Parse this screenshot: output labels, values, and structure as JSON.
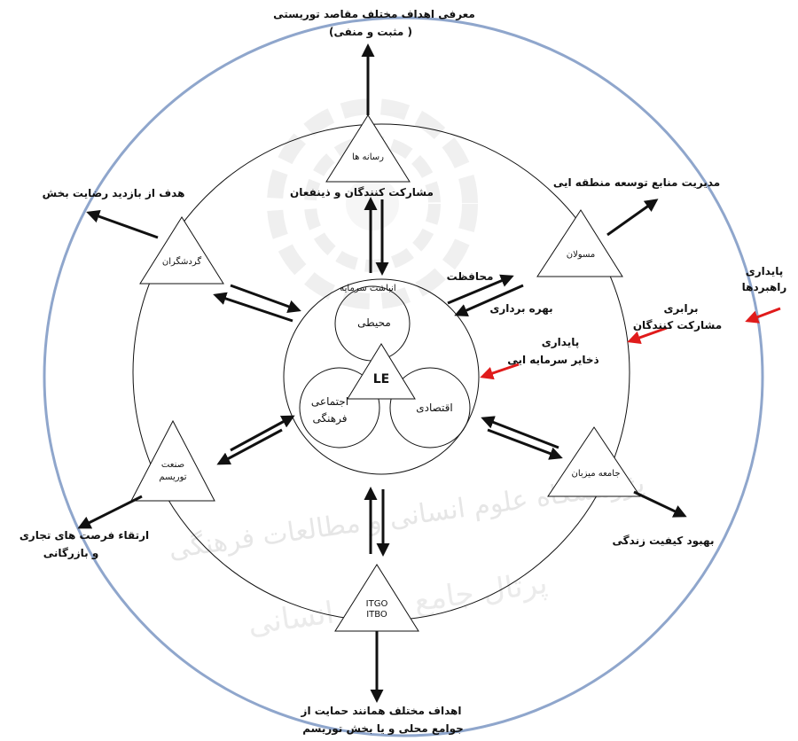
{
  "colors": {
    "outer_ring": "#8fa6cc",
    "line": "#111111",
    "red_arrow": "#e01b1b",
    "watermark": "#e3e3e3"
  },
  "labels": {
    "top": [
      "معرفی اهداف مختلف مقاصد توریستی",
      "(مثبت و منفی )"
    ],
    "top_left": "هدف از بازدید رضایت بخش",
    "top_right": "مدیریت منابع توسعه منطقه ایی",
    "bottom_left": [
      "ارتقاء فرصت های تجاری",
      "و بازرگانی"
    ],
    "bottom_right": "بهبود کیفیت زندگی",
    "bottom": [
      "اهداف مختلف همانند حمایت از",
      "جوامع محلی و یا بخش توریسم"
    ],
    "right_outer": [
      "پایداری",
      "راهبردها"
    ],
    "right_middle": [
      "برابری",
      "مشارکت کنندگان"
    ],
    "right_inner": [
      "پایداری",
      "ذخایر سرمایه ایی"
    ],
    "stakeholders_participation": "مشارکت کنندگان و ذینفعان",
    "capital_accumulation": "انباشت سرمایه",
    "conservation": "محافظت",
    "exploitation": "بهره برداری"
  },
  "triangles": {
    "top": "رسانه ها",
    "left_upper": "گردشگران",
    "right_upper": "مسولان",
    "left_lower": [
      "صنعت",
      "توریسم"
    ],
    "right_lower": "جامعه میزبان",
    "bottom": [
      "ITGO",
      "ITBO"
    ]
  },
  "core": {
    "environmental": "محیطی",
    "economic": "اقتصادی",
    "sociocultural": [
      "اجتماعی",
      "فرهنگی"
    ],
    "center": "LE"
  },
  "watermark": {
    "line1": "پژوهشگاه علوم انسانی و مطالعات فرهنگی",
    "line2": "پرتال جامع علوم انسانی"
  }
}
